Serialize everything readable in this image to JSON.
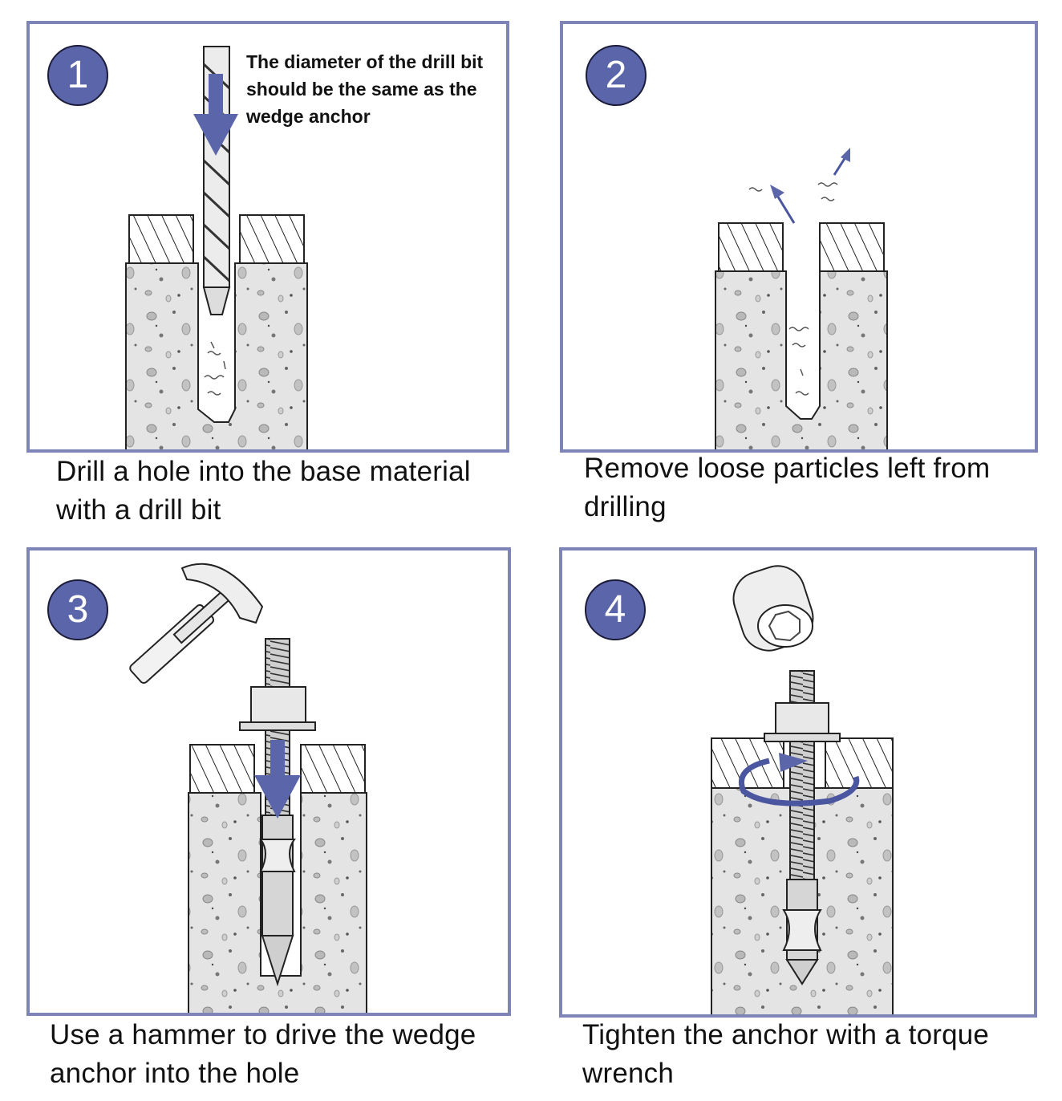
{
  "accent_color": "#5b66aa",
  "border_color": "#7e84b8",
  "steps": [
    {
      "number": "1",
      "note": [
        "The diameter of the drill bit",
        "should be the same as the",
        "wedge anchor"
      ],
      "caption": [
        "Drill a hole into the base material",
        "with a drill bit"
      ]
    },
    {
      "number": "2",
      "caption": [
        "Remove loose particles left from",
        "drilling"
      ]
    },
    {
      "number": "3",
      "caption": [
        "Use a hammer to drive the wedge",
        "anchor into the hole"
      ]
    },
    {
      "number": "4",
      "caption": [
        "Tighten the anchor with a torque",
        "wrench"
      ]
    }
  ]
}
